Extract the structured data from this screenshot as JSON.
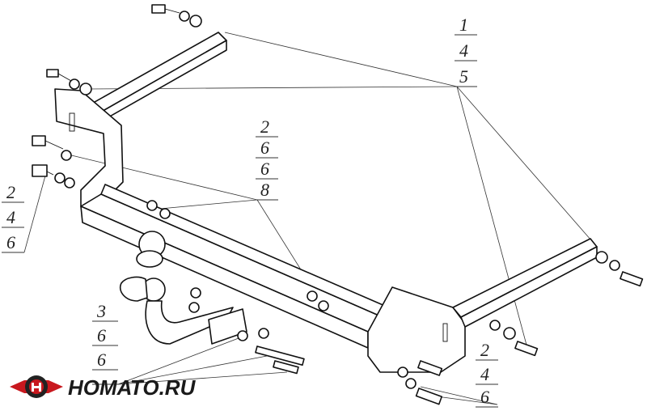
{
  "brand": {
    "name": "НОМАТО.RU",
    "color": "#1a1a1a",
    "accent": "#c8181e"
  },
  "callouts": {
    "top_right": [
      "1",
      "4",
      "5"
    ],
    "center": [
      "2",
      "6",
      "6",
      "8"
    ],
    "left": [
      "2",
      "4",
      "6"
    ],
    "bottom_left": [
      "3",
      "6",
      "6"
    ],
    "bottom_right": [
      "2",
      "4",
      "6"
    ]
  }
}
